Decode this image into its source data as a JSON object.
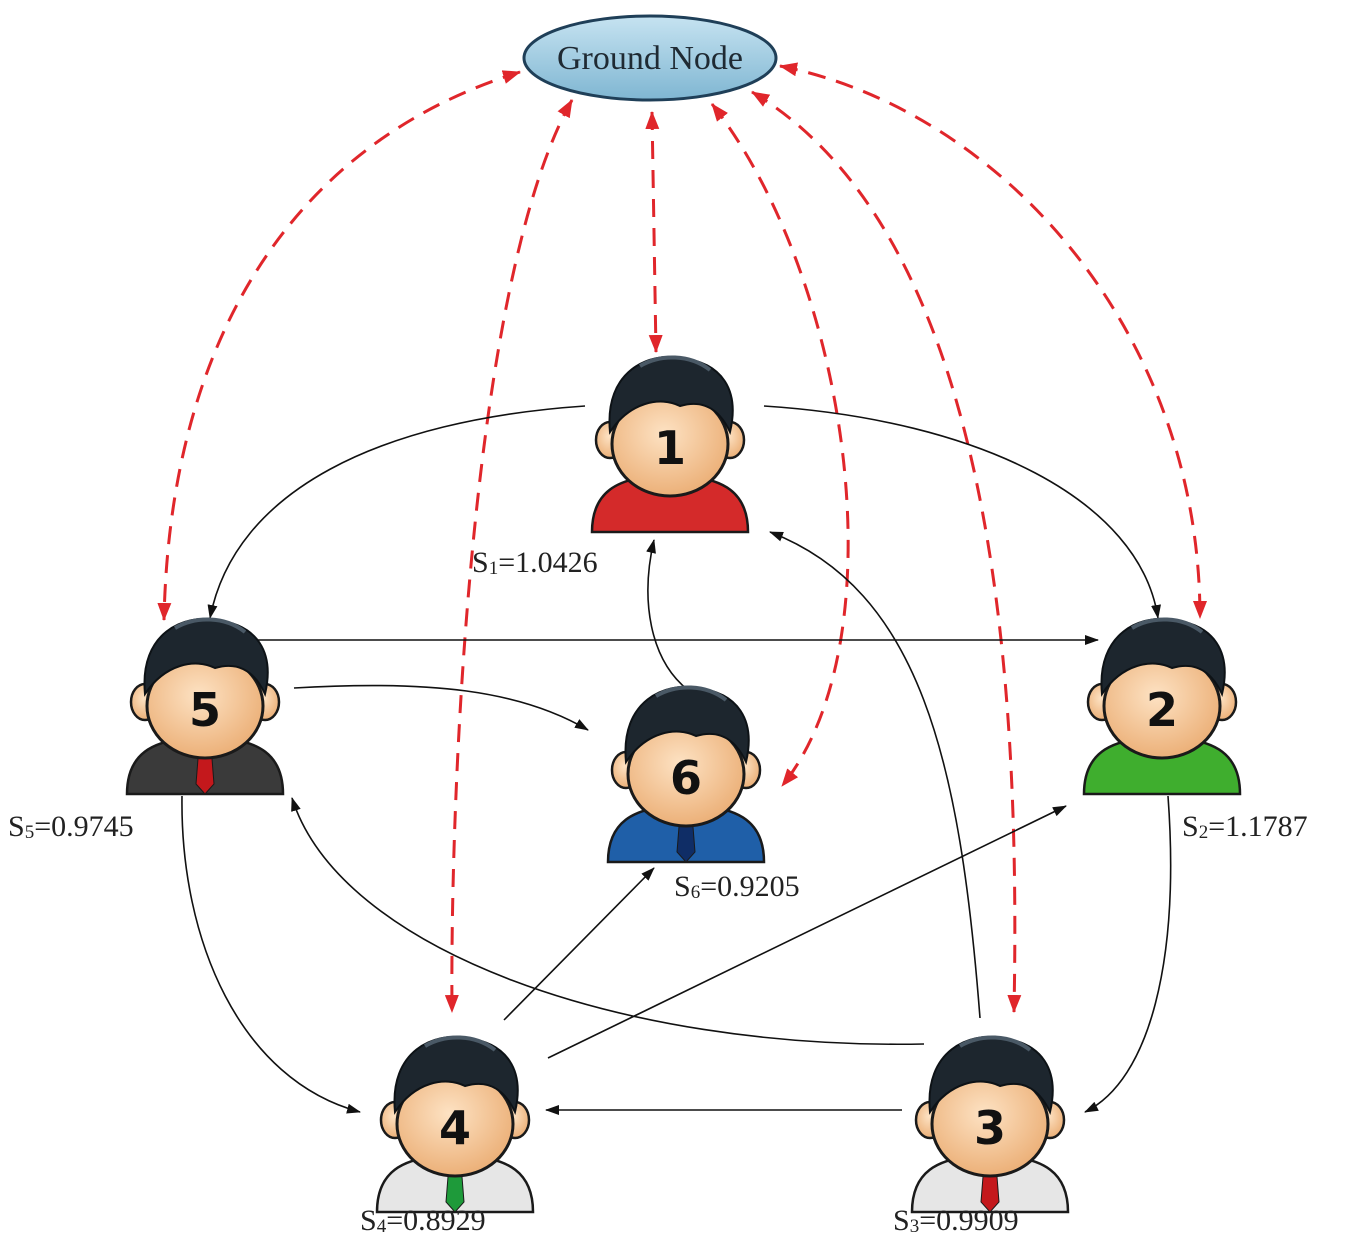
{
  "ground_node": {
    "label": "Ground Node",
    "fill": "#9cc9df",
    "stroke": "#1f3f58"
  },
  "nodes": [
    {
      "id": "1",
      "label": "1",
      "score_prefix": "S",
      "score_sub": "1",
      "score_value": "=1.0426",
      "shirt": "#d42a2a",
      "tie": "none"
    },
    {
      "id": "2",
      "label": "2",
      "score_prefix": "S",
      "score_sub": "2",
      "score_value": "=1.1787",
      "shirt": "#3fae2e",
      "tie": "none"
    },
    {
      "id": "3",
      "label": "3",
      "score_prefix": "S",
      "score_sub": "3",
      "score_value": "=0.9909",
      "shirt": "#e6e6e6",
      "tie": "#c4181c"
    },
    {
      "id": "4",
      "label": "4",
      "score_prefix": "S",
      "score_sub": "4",
      "score_value": "=0.8929",
      "shirt": "#e6e6e6",
      "tie": "#1e9a3a"
    },
    {
      "id": "5",
      "label": "5",
      "score_prefix": "S",
      "score_sub": "5",
      "score_value": "=0.9745",
      "shirt": "#3a3a3a",
      "tie": "#c4181c"
    },
    {
      "id": "6",
      "label": "6",
      "score_prefix": "S",
      "score_sub": "6",
      "score_value": "=0.9205",
      "shirt": "#1f5fa8",
      "tie": "#0f2d66"
    }
  ],
  "edges_directed": [
    [
      "1",
      "5"
    ],
    [
      "1",
      "2"
    ],
    [
      "5",
      "2"
    ],
    [
      "5",
      "6"
    ],
    [
      "6",
      "1"
    ],
    [
      "3",
      "1"
    ],
    [
      "5",
      "4"
    ],
    [
      "2",
      "3"
    ],
    [
      "3",
      "4"
    ],
    [
      "4",
      "6"
    ],
    [
      "4",
      "2"
    ],
    [
      "3",
      "5"
    ]
  ],
  "edges_ground": [
    "5",
    "4",
    "1",
    "6",
    "3",
    "2"
  ],
  "colors": {
    "ground_link": "#e0262b",
    "peer_link": "#111111",
    "skin": "#f6c79a",
    "hair": "#1d262e"
  }
}
